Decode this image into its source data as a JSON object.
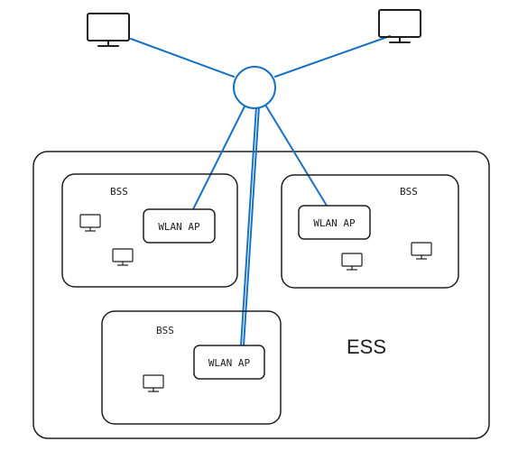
{
  "colors": {
    "stroke": "#1e1e1e",
    "link": "#1971c2",
    "background": "#ffffff"
  },
  "ess": {
    "label": "ESS"
  },
  "bss_cells": [
    {
      "label": "BSS",
      "ap_label": "WLAN AP",
      "stations": 2
    },
    {
      "label": "BSS",
      "ap_label": "WLAN AP",
      "stations": 2
    },
    {
      "label": "BSS",
      "ap_label": "WLAN AP",
      "stations": 1
    }
  ],
  "hub": {
    "icon": "network-hub-circle-icon"
  },
  "external_hosts": [
    {
      "icon": "monitor-icon"
    },
    {
      "icon": "monitor-icon"
    }
  ]
}
